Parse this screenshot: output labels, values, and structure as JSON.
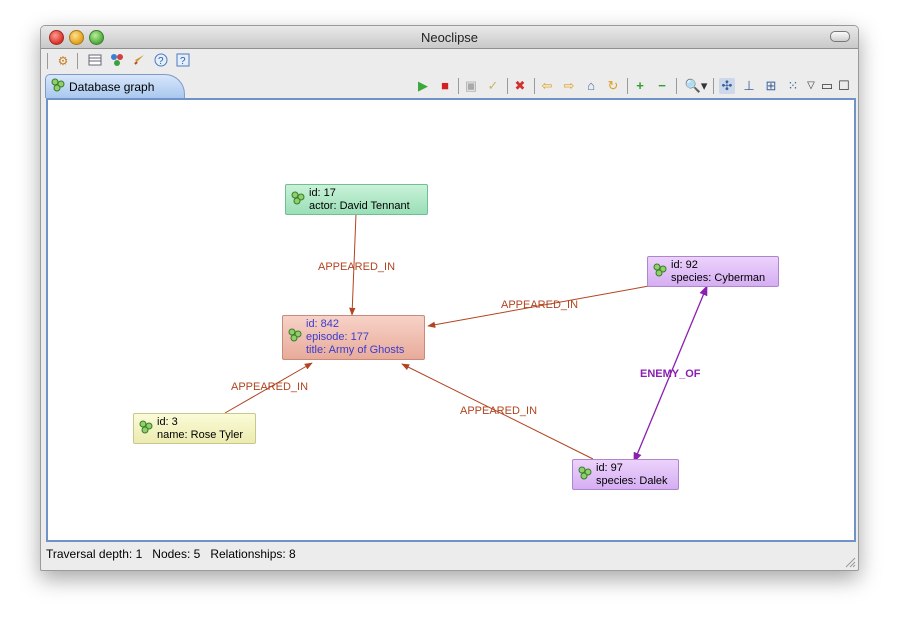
{
  "window": {
    "title": "Neoclipse"
  },
  "tab": {
    "label": "Database graph"
  },
  "nodes": [
    {
      "id_line": "id: 17",
      "prop_line": "actor: David Tennant"
    },
    {
      "id_line": "id: 842",
      "prop_line": "episode: 177",
      "prop_line2": "title: Army of Ghosts"
    },
    {
      "id_line": "id: 92",
      "prop_line": "species: Cyberman"
    },
    {
      "id_line": "id: 3",
      "prop_line": "name: Rose Tyler"
    },
    {
      "id_line": "id: 97",
      "prop_line": "species: Dalek"
    }
  ],
  "relationships": [
    {
      "label": "APPEARED_IN"
    },
    {
      "label": "APPEARED_IN"
    },
    {
      "label": "APPEARED_IN"
    },
    {
      "label": "APPEARED_IN"
    },
    {
      "label": "ENEMY_OF"
    }
  ],
  "status": {
    "traversal": "Traversal depth: 1",
    "nodes": "Nodes: 5",
    "relationships": "Relationships: 8"
  },
  "colors": {
    "rel_appeared": "#b2441f",
    "rel_enemy": "#8a1fb0",
    "canvas_border": "#6f93c9"
  },
  "toolbar_icons": [
    "settings-icon",
    "table-icon",
    "nodes-icon",
    "rocket-icon",
    "help-icon",
    "help-window-icon"
  ],
  "view_toolbar_icons": [
    "play-icon",
    "stop-icon",
    "save-icon",
    "commit-icon",
    "delete-icon",
    "back-icon",
    "forward-icon",
    "home-icon",
    "refresh-icon",
    "add-icon",
    "remove-icon",
    "zoom-icon",
    "layout-spring-icon",
    "layout-tree-icon",
    "layout-grid-icon",
    "layout-radial-icon",
    "view-menu-icon",
    "minimize-icon",
    "maximize-icon"
  ]
}
